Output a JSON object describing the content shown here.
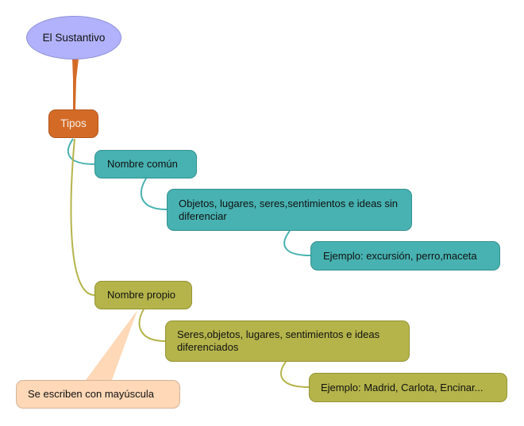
{
  "diagram": {
    "type": "mind-map",
    "root": {
      "label": "El Sustantivo",
      "color": "#b1b2fb"
    },
    "branch": {
      "label": "Tipos",
      "color": "#d36b27"
    },
    "nombre_comun": {
      "label": "Nombre común",
      "color": "#47b2b1",
      "description": "Objetos, lugares, seres,sentimientos e ideas sin diferenciar",
      "example": "Ejemplo: excursión, perro,maceta"
    },
    "nombre_propio": {
      "label": "Nombre propio",
      "color": "#b5b44b",
      "description": "Seres,objetos, lugares, sentimientos e ideas diferenciados",
      "example": "Ejemplo: Madrid, Carlota, Encinar..."
    },
    "callout": {
      "label": "Se escriben con mayúscula",
      "color": "#fed8b7"
    }
  }
}
